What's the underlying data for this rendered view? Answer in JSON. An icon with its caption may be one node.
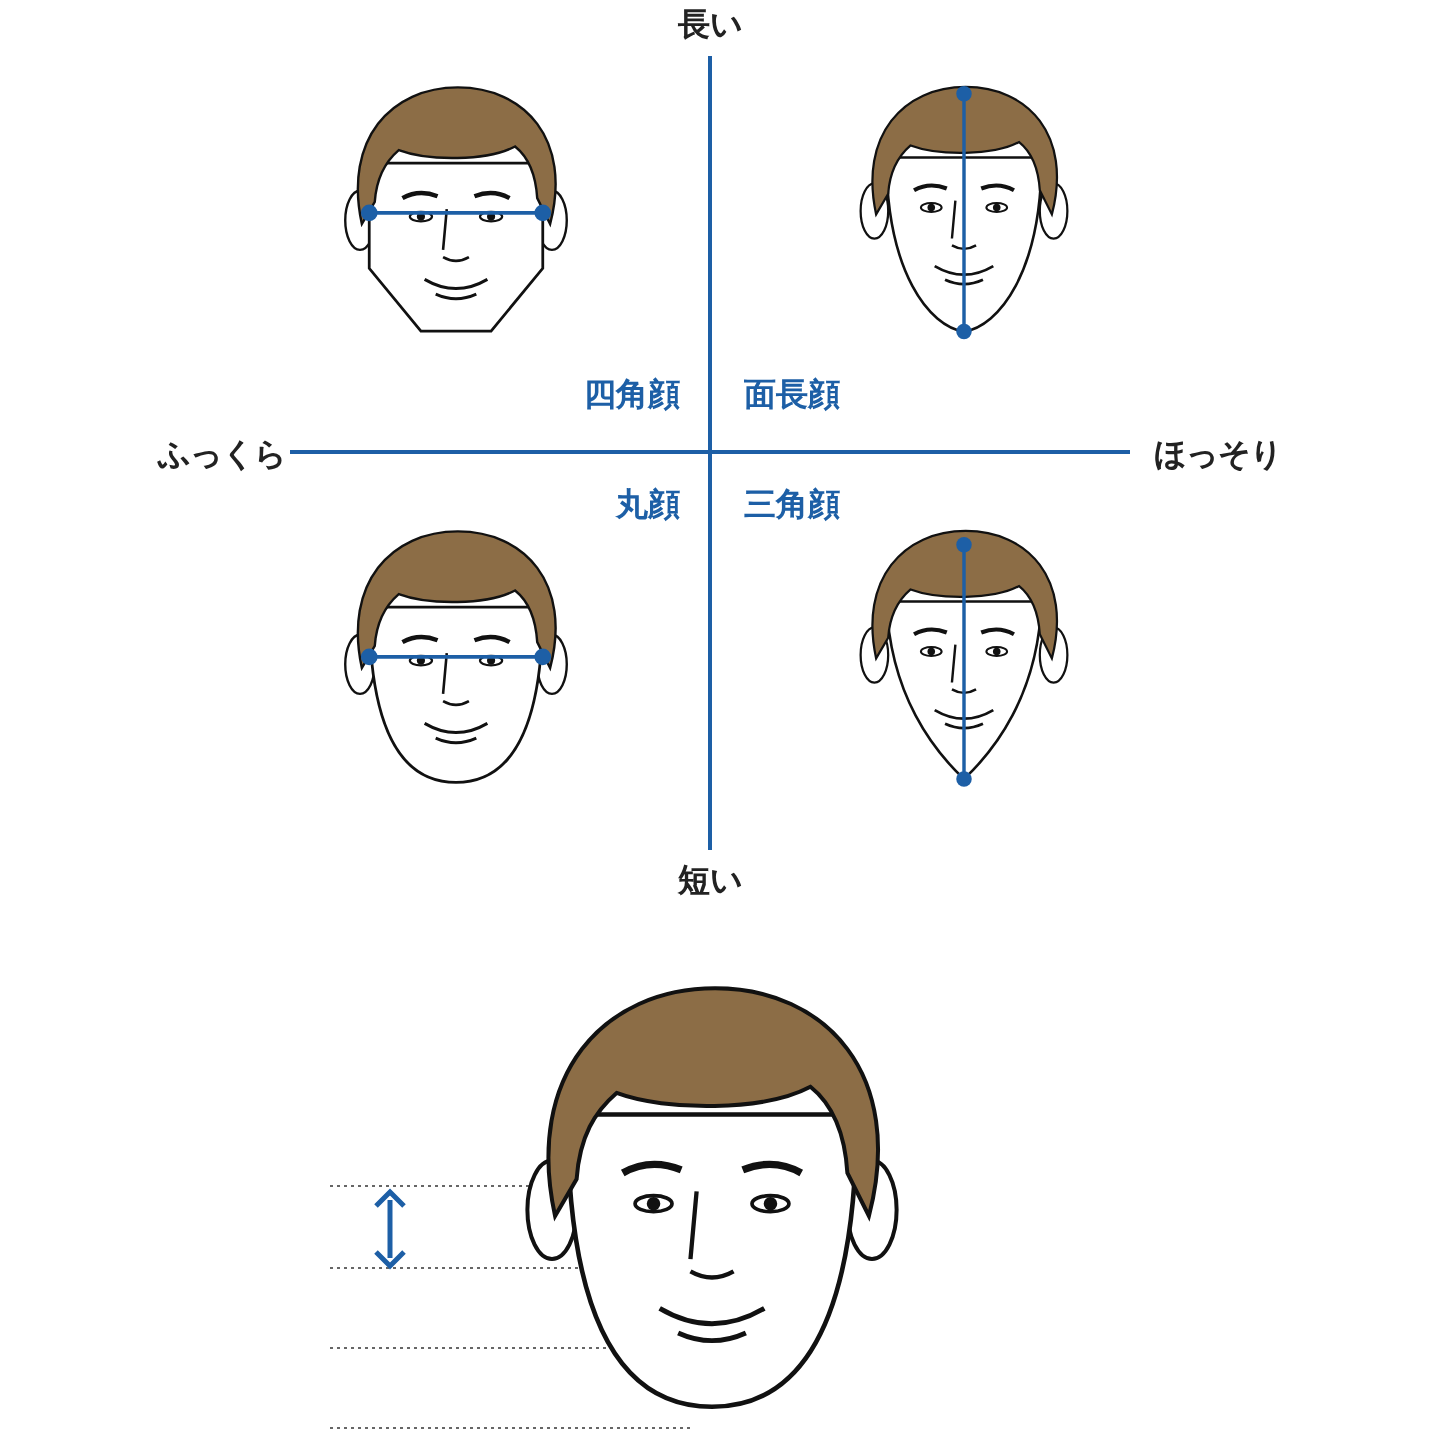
{
  "diagram": {
    "labels": [
      "長い",
      "四角顔",
      "面長顔",
      "ふっくら",
      "ほっそり",
      "丸顔",
      "三角顔",
      "短い"
    ]
  }
}
